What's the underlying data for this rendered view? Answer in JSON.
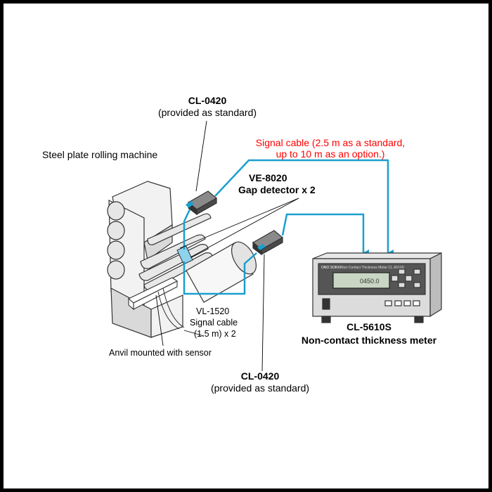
{
  "labels": {
    "cl0420_top_model": "CL-0420",
    "cl0420_top_note": "(provided as standard)",
    "machine_title": "Steel plate rolling machine",
    "signal_cable_line1": "Signal cable (2.5 m as a standard,",
    "signal_cable_line2": "up to 10 m as an option.)",
    "ve8020_model": "VE-8020",
    "ve8020_desc": "Gap detector x 2",
    "vl1520_model": "VL-1520",
    "vl1520_line2": "Signal cable",
    "vl1520_line3": "(1.5 m) x 2",
    "anvil_label": "Anvil mounted with sensor",
    "cl5610s_model": "CL-5610S",
    "cl5610s_desc": "Non-contact thickness meter",
    "cl0420_bottom_model": "CL-0420",
    "cl0420_bottom_note": "(provided as standard)"
  },
  "device": {
    "brand": "ONO SOKKI",
    "panel_title": "Non-Contact Thickness Meter CL-5610S",
    "display_reading": "0450.0"
  },
  "colors": {
    "cable": "#1a9fcf",
    "signal_text": "#ff0000",
    "frame": "#000000",
    "outline": "#333333",
    "machine_fill": "#f2f2f2",
    "machine_shade": "#d9d9d9",
    "device_body": "#dcdcdc",
    "device_panel": "#555555",
    "display": "#c9d6c4"
  }
}
